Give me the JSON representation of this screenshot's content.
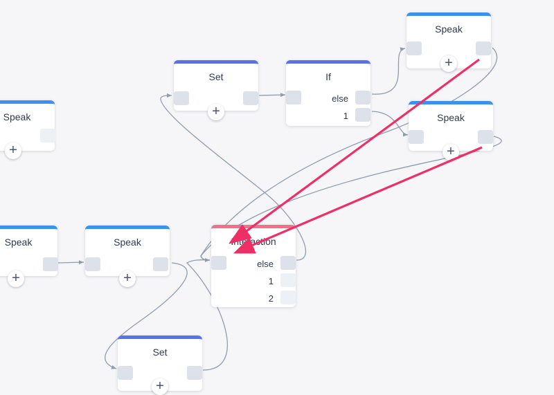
{
  "nodes": {
    "speak_left_top": {
      "title": "Speak"
    },
    "speak_left_mid": {
      "title": "Speak"
    },
    "speak_mid": {
      "title": "Speak"
    },
    "set_top": {
      "title": "Set"
    },
    "if_node": {
      "title": "If",
      "ports": [
        "else",
        "1"
      ]
    },
    "speak_top_right": {
      "title": "Speak"
    },
    "speak_right": {
      "title": "Speak"
    },
    "interaction": {
      "title": "Interaction",
      "ports": [
        "else",
        "1",
        "2"
      ]
    },
    "set_bottom": {
      "title": "Set"
    }
  },
  "plus_glyph": "+",
  "colors": {
    "speak_header": "#3d8ff0",
    "set_if_header": "#5a72e6",
    "interaction_header": "#f07189",
    "wire": "#8f9cae",
    "annotation_arrow": "#ee2f66"
  }
}
